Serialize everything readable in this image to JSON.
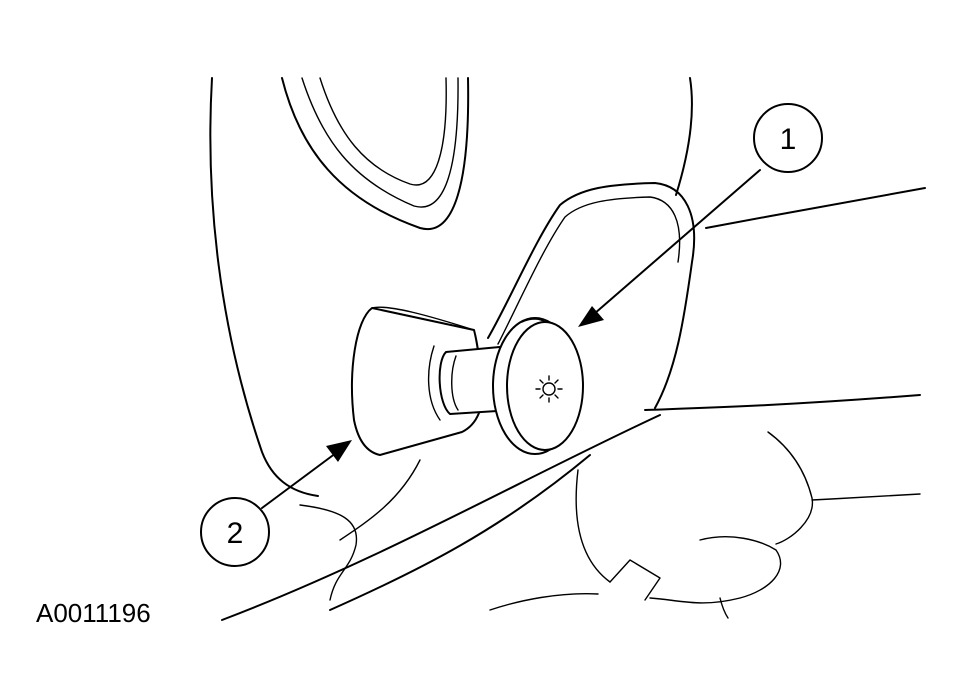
{
  "figure": {
    "id_label": "A0011196"
  },
  "callouts": [
    {
      "number": "1"
    },
    {
      "number": "2"
    }
  ],
  "colors": {
    "line": "#000000",
    "background": "#ffffff"
  },
  "icons": {
    "switch_face_symbol": "light-sun-icon"
  }
}
